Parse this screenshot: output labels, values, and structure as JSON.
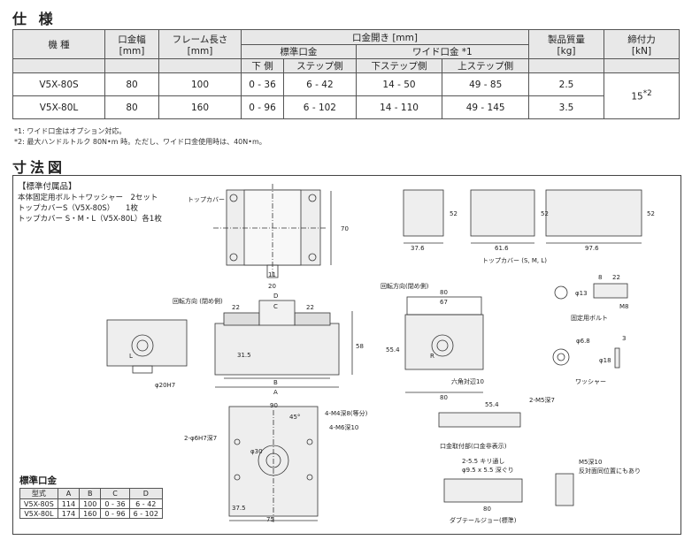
{
  "spec_title": "仕 様",
  "spec_headers": {
    "model": "機 種",
    "jaw_width": "口金幅",
    "jaw_width_unit": "[mm]",
    "frame_len": "フレーム長さ",
    "frame_len_unit": "[mm]",
    "opening": "口金開き [mm]",
    "std_jaw": "標準口金",
    "wide_jaw": "ワイド口金 *1",
    "lower": "下 側",
    "step": "ステップ側",
    "lower_step": "下ステップ側",
    "upper_step": "上ステップ側",
    "weight": "製品質量",
    "weight_unit": "[kg]",
    "force": "締付力",
    "force_unit": "[kN]"
  },
  "spec_rows": [
    {
      "model": "V5X-80S",
      "jaw": "80",
      "frame": "100",
      "lower": "0 - 36",
      "step": "6 - 42",
      "wlower": "14 - 50",
      "wupper": "49 - 85",
      "weight": "2.5"
    },
    {
      "model": "V5X-80L",
      "jaw": "80",
      "frame": "160",
      "lower": "0 - 96",
      "step": "6 - 102",
      "wlower": "14 - 110",
      "wupper": "49 - 145",
      "weight": "3.5"
    }
  ],
  "force_value": "15",
  "force_mark": "*2",
  "notes": [
    "*1: ワイド口金はオプション対応。",
    "*2: 最大ハンドルトルク 80N•m 時。ただし、ワイド口金使用時は、40N•m。"
  ],
  "dim_title": "寸法図",
  "accessories": {
    "title": "【標準付属品】",
    "lines": [
      "本体固定用ボルト＋ワッシャー　2セット",
      "トップカバーS（V5X-80S）　　1枚",
      "トップカバー S・M・L（V5X-80L）各1枚"
    ]
  },
  "labels": {
    "top_cover": "トップカバー",
    "top_cover_sml": "トップカバー (S, M, L)",
    "rot_dir1": "回転方向 (閉め側)",
    "rot_dir2": "回転方向(閉め側)",
    "fix_bolt": "固定用ボルト",
    "washer": "ワッシャー",
    "jaw_mount": "口金取付部(口金非表示)",
    "dovetail": "ダブテールジョー(標準)",
    "hex": "六角対辺10",
    "m4": "4-M4深8(等分)",
    "m6": "4-M6深10",
    "pin": "2-φ6H7深7",
    "m5a": "2-M5深7",
    "m5b": "M5深10",
    "m5c": "反対面同位置にもあり",
    "hole": "2-5.5 キリ通し",
    "cbore": "φ9.5 x 5.5 深ぐり",
    "ang": "45°",
    "d20": "φ20H7",
    "d30": "φ30"
  },
  "dims": {
    "tc_w": [
      "37.6",
      "61.6",
      "97.6"
    ],
    "tc_h": "52",
    "v70": "70",
    "v11": "11",
    "v20": "20",
    "v22": "22",
    "v80": "80",
    "v67": "67",
    "v58": "58",
    "v55": "55.4",
    "v315": "31.5",
    "v90": "90",
    "v375": "37.5",
    "v75": "75",
    "v8": "8",
    "v13": "φ13",
    "m8": "M8",
    "d68": "φ6.8",
    "d18": "φ18",
    "v3": "3",
    "A": "A",
    "B": "B",
    "C": "C",
    "D": "D",
    "L": "L",
    "R": "R"
  },
  "jaw_table": {
    "title": "標準口金",
    "headers": [
      "型式",
      "A",
      "B",
      "C",
      "D"
    ],
    "rows": [
      [
        "V5X-80S",
        "114",
        "100",
        "0 - 36",
        "6 - 42"
      ],
      [
        "V5X-80L",
        "174",
        "160",
        "0 - 96",
        "6 - 102"
      ]
    ]
  }
}
